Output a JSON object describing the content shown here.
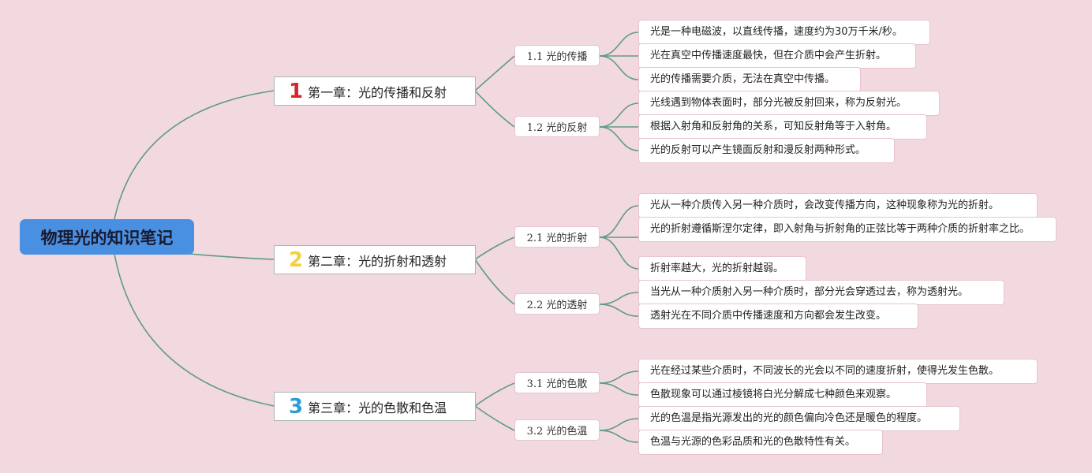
{
  "root": {
    "title": "物理光的知识笔记"
  },
  "chapters": [
    {
      "num": "1",
      "num_color": "#d9262c",
      "label": "第一章：光的传播和反射",
      "sections": [
        {
          "label": "1.1 光的传播",
          "points": [
            "光是一种电磁波，以直线传播，速度约为30万千米/秒。",
            "光在真空中传播速度最快，但在介质中会产生折射。",
            "光的传播需要介质，无法在真空中传播。"
          ]
        },
        {
          "label": "1.2 光的反射",
          "points": [
            "光线遇到物体表面时，部分光被反射回来，称为反射光。",
            "根据入射角和反射角的关系，可知反射角等于入射角。",
            "光的反射可以产生镜面反射和漫反射两种形式。"
          ]
        }
      ]
    },
    {
      "num": "2",
      "num_color": "#f5d03b",
      "label": "第二章：光的折射和透射",
      "sections": [
        {
          "label": "2.1 光的折射",
          "points": [
            "光从一种介质传入另一种介质时，会改变传播方向，这种现象称为光的折射。",
            "光的折射遵循斯涅尔定律，即入射角与折射角的正弦比等于两种介质的折射率之比。",
            "折射率越大，光的折射越弱。"
          ]
        },
        {
          "label": "2.2 光的透射",
          "points": [
            "当光从一种介质射入另一种介质时，部分光会穿透过去，称为透射光。",
            "透射光在不同介质中传播速度和方向都会发生改变。"
          ]
        }
      ]
    },
    {
      "num": "3",
      "num_color": "#2f9bd6",
      "label": "第三章：光的色散和色温",
      "sections": [
        {
          "label": "3.1 光的色散",
          "points": [
            "光在经过某些介质时，不同波长的光会以不同的速度折射，使得光发生色散。",
            "色散现象可以通过棱镜将白光分解成七种颜色来观察。"
          ]
        },
        {
          "label": "3.2 光的色温",
          "points": [
            "光的色温是指光源发出的光的颜色偏向冷色还是暖色的程度。",
            "色温与光源的色彩品质和光的色散特性有关。"
          ]
        }
      ]
    }
  ],
  "colors": {
    "background": "#f2d9df",
    "root": "#4a90e2",
    "link": "#5e9a88"
  }
}
